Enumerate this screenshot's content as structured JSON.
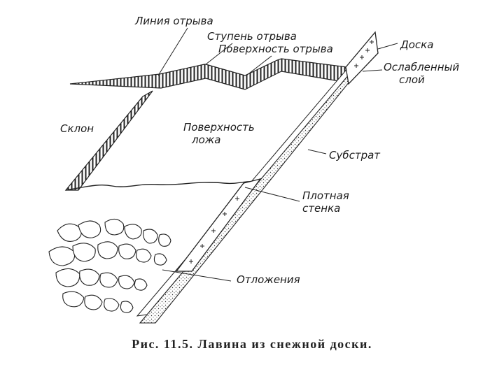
{
  "labels": {
    "crown_line": "Линия отрыва",
    "stauchwall_step": "Ступень отрыва",
    "fracture_surface": "Поверхность отрыва",
    "slab": "Доска",
    "weak_layer_1": "Ослабленный",
    "weak_layer_2": "слой",
    "slope": "Склон",
    "bed_surface_1": "Поверхность",
    "bed_surface_2": "ложа",
    "substrate": "Субстрат",
    "stauchwall_1": "Плотная",
    "stauchwall_2": "стенка",
    "deposits": "Отложения"
  },
  "caption": "Рис. 11.5. Лавина из снежной доски."
}
